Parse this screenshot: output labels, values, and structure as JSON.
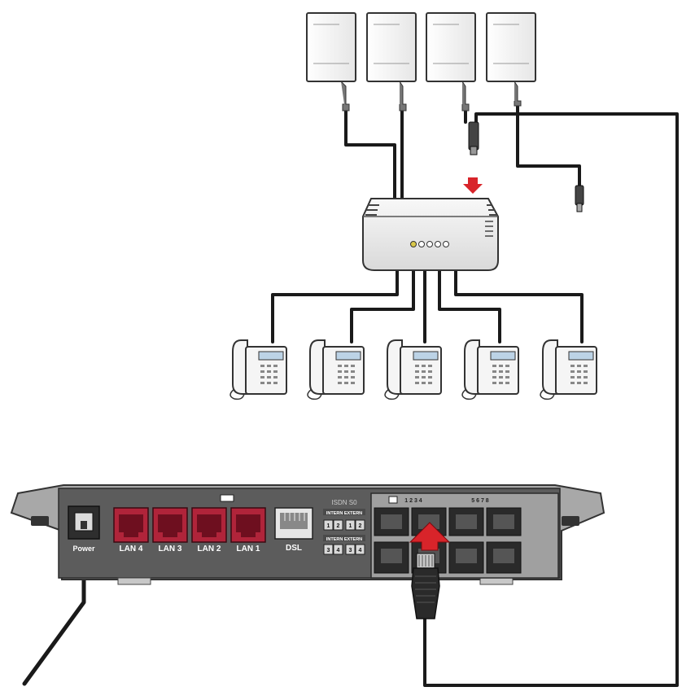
{
  "colors": {
    "cable": "#1a1a1a",
    "device_body": "#f2f2f2",
    "device_outline": "#333333",
    "router_panel": "#5a5a5a",
    "router_rim": "#9a9a9a",
    "lan_port": "#b0243a",
    "arrow_red": "#d8242a"
  },
  "icons": {
    "power_adapter": "power-adapter-icon",
    "switch": "switch-icon",
    "telephone": "telephone-icon",
    "plug": "rj45-plug-icon",
    "arrow": "arrow-icon"
  },
  "router": {
    "port_labels": {
      "power": "Power",
      "lan4": "LAN 4",
      "lan3": "LAN 3",
      "lan2": "LAN 2",
      "lan1": "LAN 1",
      "dsl": "DSL"
    },
    "isdn_label": "ISDN S0",
    "isdn_top_label": "INTERN EXTERN",
    "isdn_bottom_label": "INTERN EXTERN",
    "isdn_top_numbers": [
      "1",
      "2",
      "1",
      "2"
    ],
    "isdn_bottom_numbers": [
      "3",
      "4",
      "3",
      "4"
    ],
    "analog_group_1": "1 2 3 4",
    "analog_group_2": "5 6 7 8"
  },
  "switch_leds": 5,
  "adapter_count": 4,
  "phone_count": 5
}
